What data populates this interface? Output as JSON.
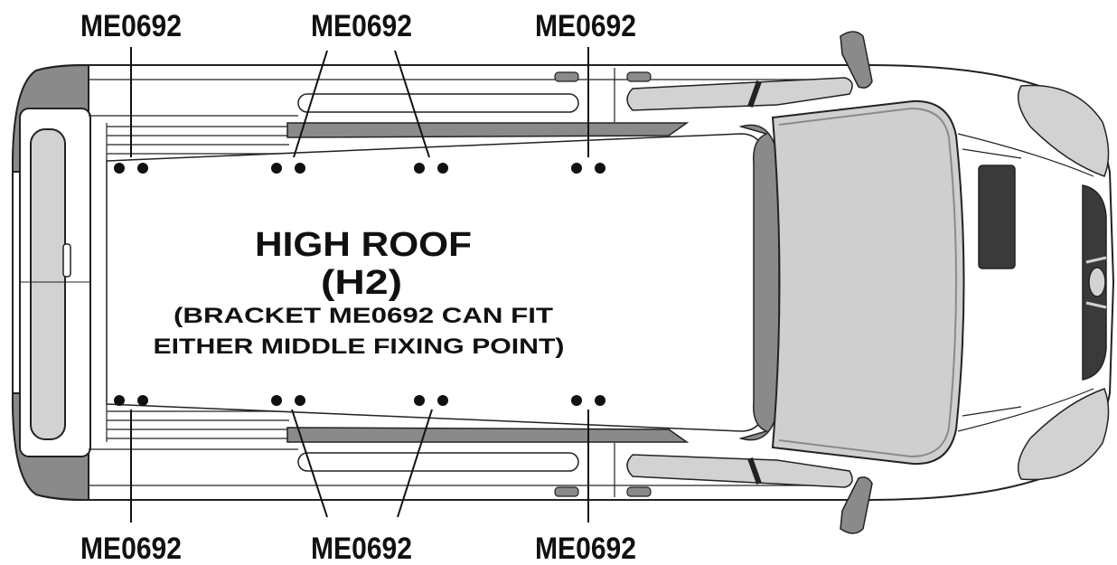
{
  "roof_title": "HIGH ROOF",
  "roof_code": "(H2)",
  "note_line1": "(BRACKET ME0692 CAN FIT",
  "note_line2": "EITHER MIDDLE FIXING POINT)",
  "bracket_labels_top": [
    "ME0692",
    "ME0692",
    "ME0692"
  ],
  "bracket_labels_bottom": [
    "ME0692",
    "ME0692",
    "ME0692"
  ],
  "colors": {
    "outline": "#222222",
    "dark_panel": "#8a8a8a",
    "light_panel": "#d2d2d2",
    "windscreen": "#cfcfcf",
    "dots": "#111111"
  }
}
